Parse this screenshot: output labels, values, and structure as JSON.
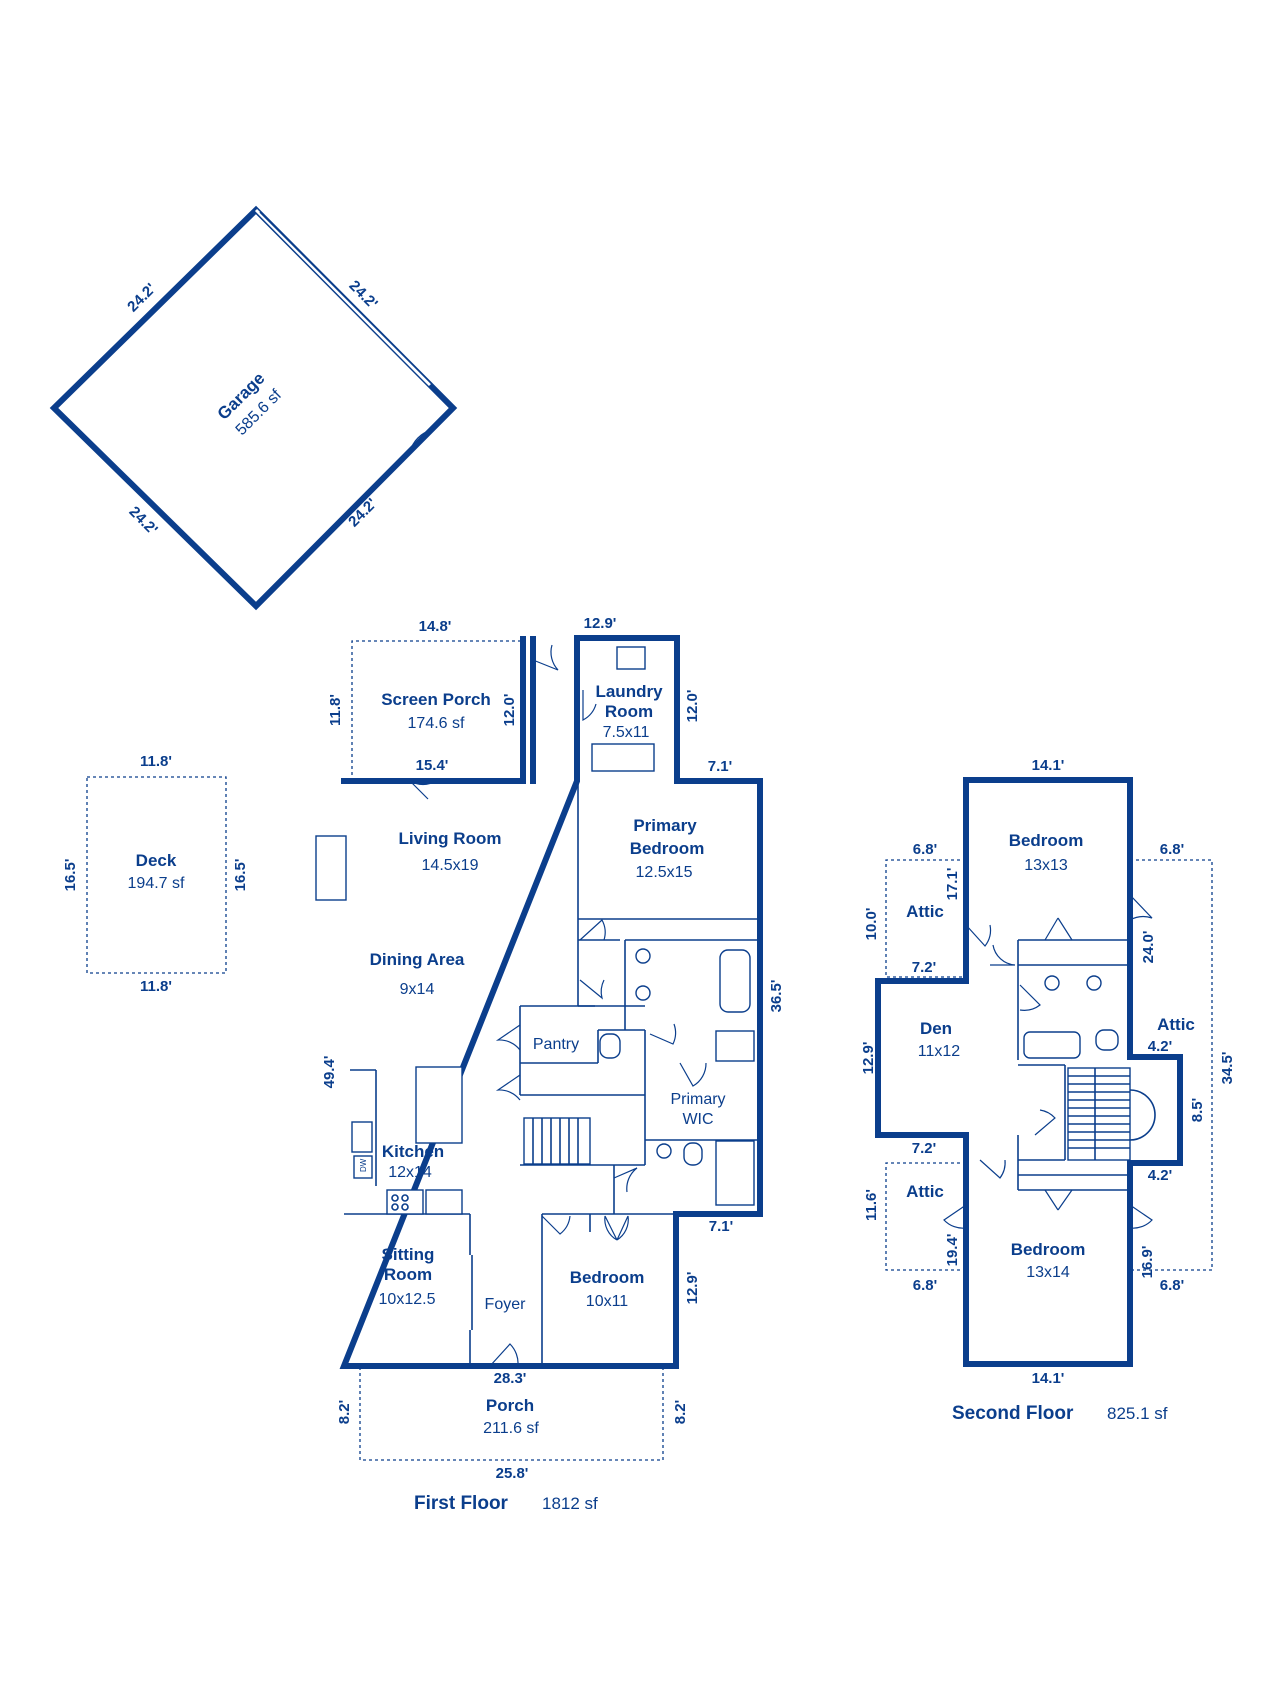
{
  "garage": {
    "name": "Garage",
    "area": "585.6 sf",
    "dim_top_left": "24.2'",
    "dim_top_right": "24.2'",
    "dim_bottom_left": "24.2'",
    "dim_bottom_right": "24.2'"
  },
  "deck": {
    "name": "Deck",
    "area": "194.7 sf",
    "dim_top": "11.8'",
    "dim_bottom": "11.8'",
    "dim_left": "16.5'",
    "dim_right": "16.5'"
  },
  "first_floor": {
    "label": "First Floor",
    "area": "1812 sf",
    "rooms": {
      "screen_porch": {
        "name": "Screen Porch",
        "size": "174.6 sf"
      },
      "laundry": {
        "name_line1": "Laundry",
        "name_line2": "Room",
        "size": "7.5x11"
      },
      "living": {
        "name": "Living Room",
        "size": "14.5x19"
      },
      "primary_bedroom": {
        "name_line1": "Primary",
        "name_line2": "Bedroom",
        "size": "12.5x15"
      },
      "dining": {
        "name": "Dining Area",
        "size": "9x14"
      },
      "pantry": {
        "name": "Pantry"
      },
      "primary_wic": {
        "name_line1": "Primary",
        "name_line2": "WIC"
      },
      "kitchen": {
        "name": "Kitchen",
        "size": "12x14",
        "dw": "DW"
      },
      "sitting": {
        "name_line1": "Sitting",
        "name_line2": "Room",
        "size": "10x12.5"
      },
      "foyer": {
        "name": "Foyer"
      },
      "bedroom": {
        "name": "Bedroom",
        "size": "10x11"
      },
      "porch": {
        "name": "Porch",
        "size": "211.6 sf"
      }
    },
    "dims": {
      "screen_top": "14.8'",
      "screen_left": "11.8'",
      "screen_right": "12.0'",
      "screen_bottom": "15.4'",
      "laundry_top": "12.9'",
      "laundry_right": "12.0'",
      "step_top": "7.1'",
      "right_side": "36.5'",
      "left_side": "49.4'",
      "step_bottom": "7.1'",
      "bedroom_right": "12.9'",
      "front": "28.3'",
      "porch_left": "8.2'",
      "porch_right": "8.2'",
      "porch_bottom": "25.8'"
    }
  },
  "second_floor": {
    "label": "Second Floor",
    "area": "825.1 sf",
    "rooms": {
      "bedroom_top": {
        "name": "Bedroom",
        "size": "13x13"
      },
      "attic_upper_left": {
        "name": "Attic"
      },
      "attic_right": {
        "name": "Attic"
      },
      "den": {
        "name": "Den",
        "size": "11x12"
      },
      "attic_lower_left": {
        "name": "Attic"
      },
      "bedroom_bottom": {
        "name": "Bedroom",
        "size": "13x14"
      }
    },
    "dims": {
      "top": "14.1'",
      "bottom": "14.1'",
      "upper_left_attic": "6.8'",
      "upper_right_attic": "6.8'",
      "left_attic_upper": "10.0'",
      "left_upper_wall": "17.1'",
      "den_top": "7.2'",
      "right_upper": "24.0'",
      "right_outer": "34.5'",
      "den_left": "12.9'",
      "stair_top": "4.2'",
      "stair_right": "8.5'",
      "den_bottom": "7.2'",
      "stair_bottom": "4.2'",
      "left_attic_lower": "11.6'",
      "left_lower_wall": "19.4'",
      "right_lower_wall": "16.9'",
      "lower_left_attic": "6.8'",
      "lower_right_attic": "6.8'"
    }
  }
}
